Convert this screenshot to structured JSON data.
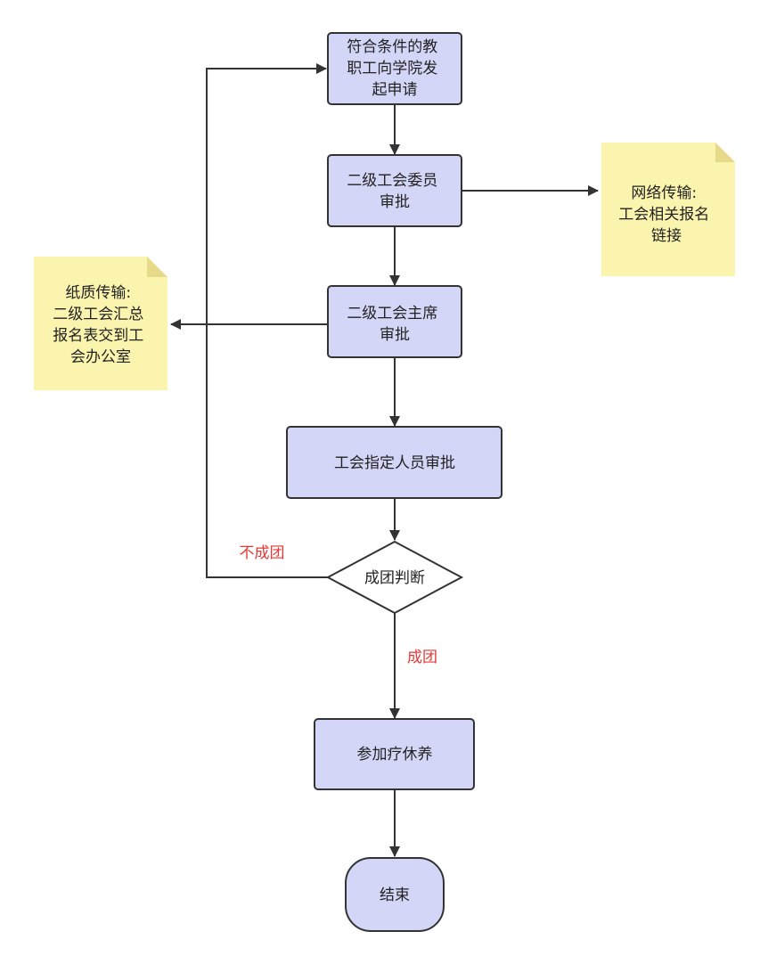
{
  "colors": {
    "process_fill": "#d4d6f7",
    "process_stroke": "#333333",
    "note_fill": "#fbf4ae",
    "note_fold": "#e6d98a",
    "edge": "#333333",
    "edge_label": "#e53935"
  },
  "nodes": {
    "apply": [
      "符合条件的教",
      "职工向学院发",
      "起申请"
    ],
    "member": [
      "二级工会委员",
      "审批"
    ],
    "chair": [
      "二级工会主席",
      "审批"
    ],
    "designee": [
      "工会指定人员审批"
    ],
    "decision": [
      "成团判断"
    ],
    "join": [
      "参加疗休养"
    ],
    "end": [
      "结束"
    ]
  },
  "notes": {
    "online": [
      "网络传输:",
      "工会相关报名",
      "链接"
    ],
    "paper": [
      "纸质传输:",
      "二级工会汇总",
      "报名表交到工",
      "会办公室"
    ]
  },
  "edge_labels": {
    "not_formed": "不成团",
    "formed": "成团"
  }
}
